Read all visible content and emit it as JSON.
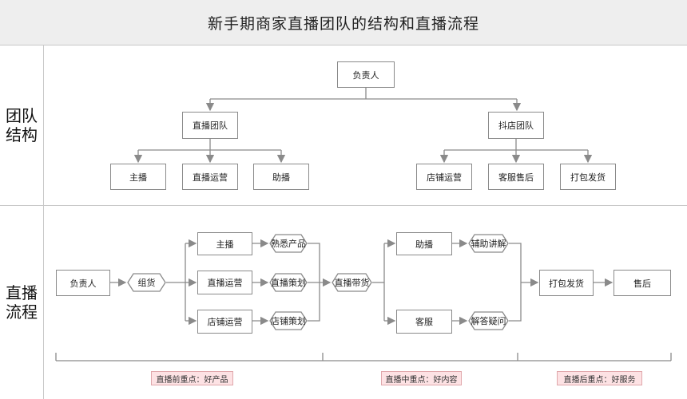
{
  "title": "新手期商家直播团队的结构和直播流程",
  "sections": {
    "structure": "团队\n结构",
    "flow": "直播\n流程"
  },
  "structure": {
    "root": "负责人",
    "live_team": "直播团队",
    "shop_team": "抖店团队",
    "live_members": [
      "主播",
      "直播运营",
      "助播"
    ],
    "shop_members": [
      "店铺运营",
      "客服售后",
      "打包发货"
    ]
  },
  "flow": {
    "owner": "负责人",
    "assemble": "组货",
    "roles": [
      "主播",
      "直播运营",
      "店铺运营"
    ],
    "tasks": [
      "熟悉产品",
      "直播策划",
      "店铺策划"
    ],
    "sell": "直播带货",
    "assist": "助播",
    "assist_task": "辅助讲解",
    "service": "客服",
    "service_task": "解答疑问",
    "pack": "打包发货",
    "after_sale": "售后"
  },
  "phases": [
    "直播前重点：好产品",
    "直播中重点：好内容",
    "直播后重点：好服务"
  ],
  "colors": {
    "line": "#8a8a8a",
    "badge": "#fde2e4"
  }
}
